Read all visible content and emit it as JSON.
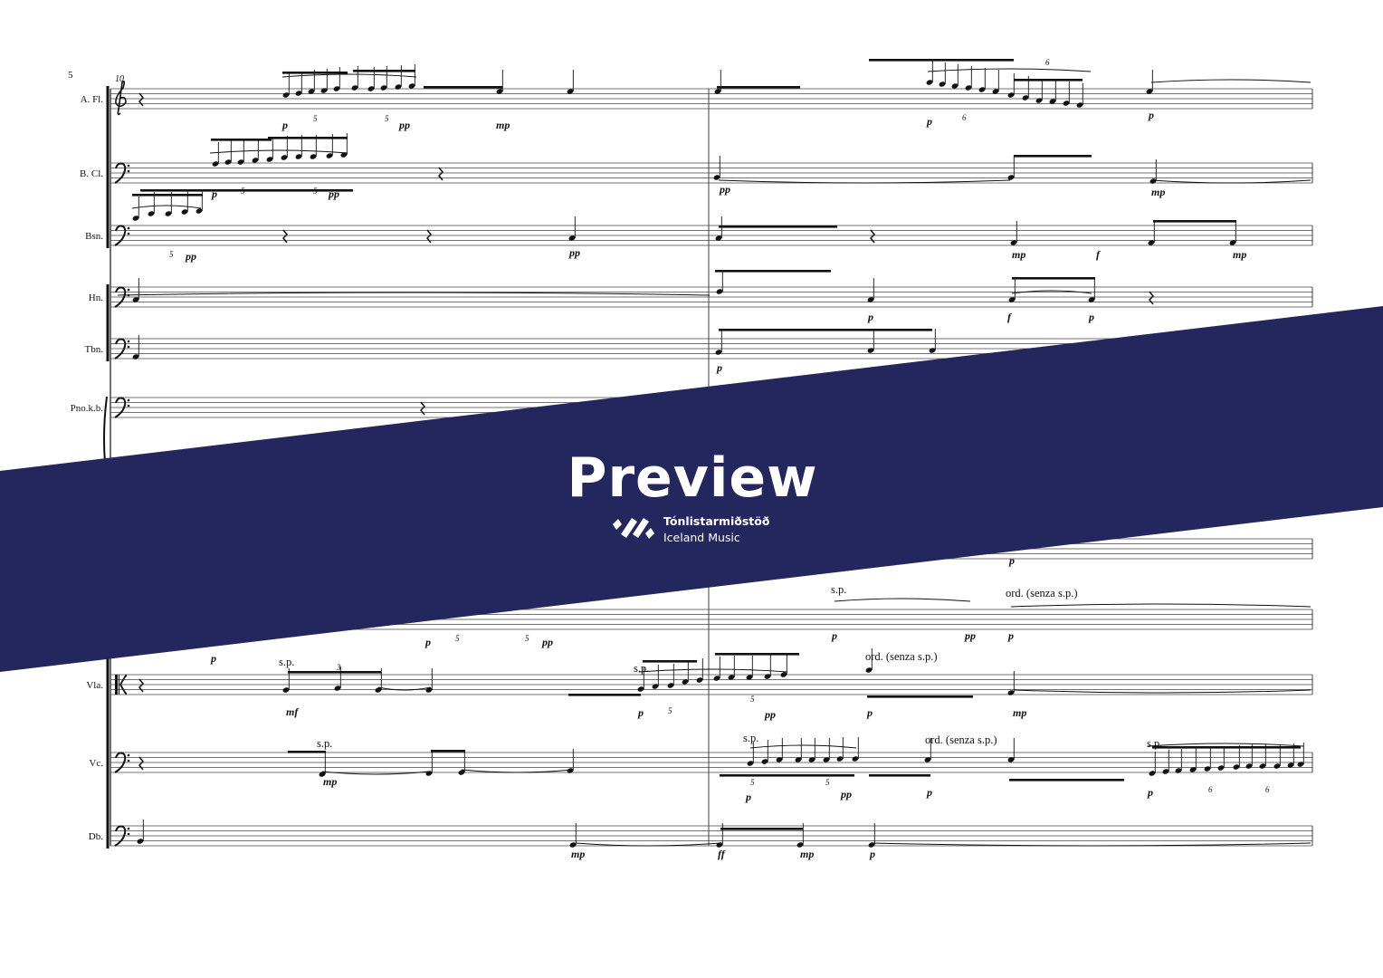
{
  "page_number": "5",
  "measure_number": "10",
  "banner": {
    "title": "Preview",
    "brand_line1": "Tónlistarmiðstöð",
    "brand_line2": "Iceland Music",
    "color": "#23275e"
  },
  "staves": [
    {
      "label": "A. Fl.",
      "dynamics": [
        "p",
        "pp",
        "mp",
        "p",
        "p"
      ],
      "tuplets": [
        "5",
        "5",
        "6",
        "6"
      ],
      "techniques": []
    },
    {
      "label": "B. Cl.",
      "dynamics": [
        "p",
        "pp",
        "pp",
        "mp"
      ],
      "tuplets": [
        "5",
        "5"
      ],
      "techniques": []
    },
    {
      "label": "Bsn.",
      "dynamics": [
        "pp",
        "pp",
        "mp",
        "f",
        "mp"
      ],
      "tuplets": [
        "5"
      ],
      "techniques": []
    },
    {
      "label": "Hn.",
      "dynamics": [
        "p",
        "f",
        "p"
      ],
      "tuplets": [],
      "techniques": []
    },
    {
      "label": "Tbn.",
      "dynamics": [
        "p"
      ],
      "tuplets": [],
      "techniques": []
    },
    {
      "label": "Pno.k.b.",
      "dynamics": [],
      "tuplets": [],
      "techniques": []
    },
    {
      "label": "",
      "dynamics": [
        "p"
      ],
      "tuplets": [],
      "techniques": []
    },
    {
      "label": "",
      "dynamics": [
        "p",
        "p",
        "pp",
        "p",
        "pp",
        "p"
      ],
      "tuplets": [
        "5",
        "5"
      ],
      "techniques": [
        "s.p.",
        "ord. (senza s.p.)"
      ]
    },
    {
      "label": "Vla.",
      "dynamics": [
        "mf",
        "p",
        "pp",
        "p",
        "mp"
      ],
      "tuplets": [
        "3",
        "5",
        "5"
      ],
      "techniques": [
        "s.p.",
        "s.p.",
        "ord. (senza s.p.)"
      ]
    },
    {
      "label": "Vc.",
      "dynamics": [
        "mp",
        "p",
        "pp",
        "p",
        "p"
      ],
      "tuplets": [
        "5",
        "5",
        "6",
        "6"
      ],
      "techniques": [
        "s.p.",
        "s.p.",
        "ord. (senza s.p.)",
        "s.p."
      ]
    },
    {
      "label": "Db.",
      "dynamics": [
        "mp",
        "ff",
        "mp",
        "p"
      ],
      "tuplets": [],
      "techniques": []
    }
  ]
}
